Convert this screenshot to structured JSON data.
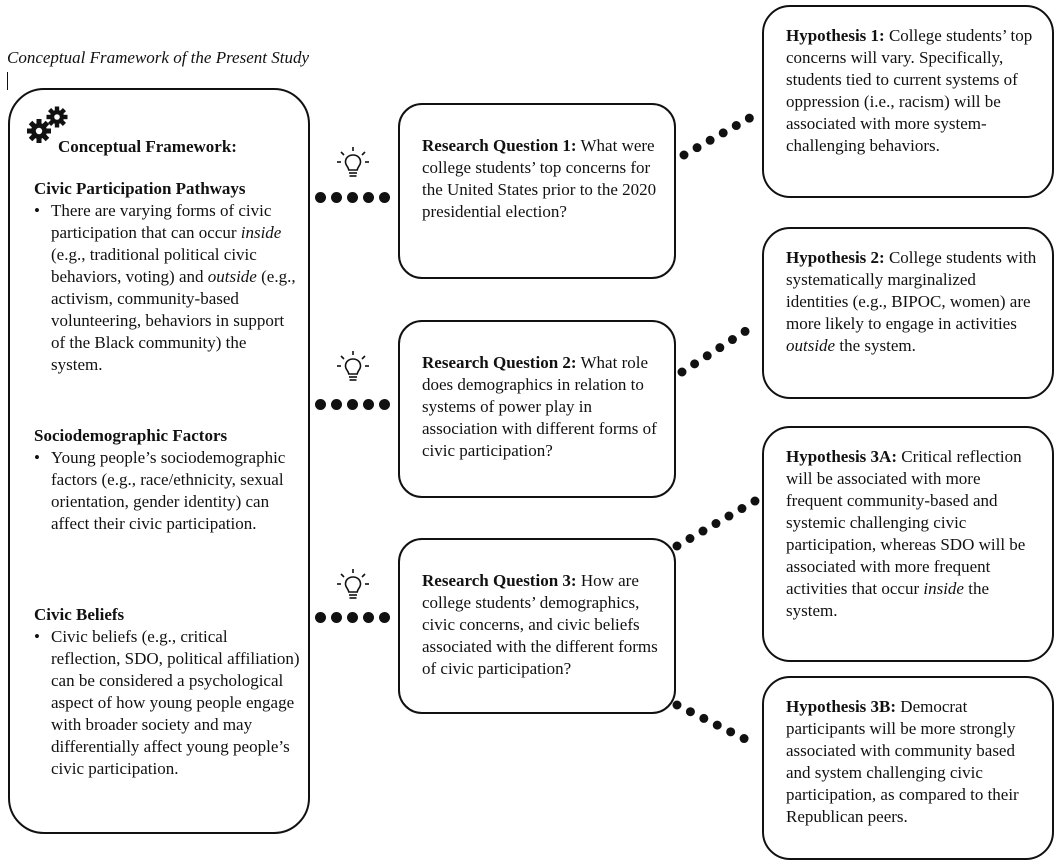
{
  "figure_title": "Conceptual Framework of the Present Study",
  "framework": {
    "heading": "Conceptual Framework:",
    "sections": [
      {
        "title": "Civic Participation Pathways",
        "bullet_parts": [
          "There are varying forms of civic participation that can occur ",
          "inside",
          " (e.g., traditional political civic behaviors, voting) and ",
          "outside",
          " (e.g., activism, community-based volunteering, behaviors in support of the Black community) the system."
        ]
      },
      {
        "title": "Sociodemographic Factors",
        "bullet_parts": [
          "Young people’s sociodemographic factors (e.g., race/ethnicity, sexual orientation, gender identity) can affect their civic participation."
        ]
      },
      {
        "title": "Civic Beliefs",
        "bullet_parts": [
          "Civic beliefs (e.g., critical reflection, SDO, political affiliation) can be considered a psychological aspect of how young people engage with broader society and may differentially affect young people’s civic participation."
        ]
      }
    ]
  },
  "research_questions": [
    {
      "label": "Research Question 1:",
      "text": " What were college students’ top concerns for the United States prior to the 2020 presidential election?"
    },
    {
      "label": "Research Question 2:",
      "text": " What role does demographics in relation to systems of power play in association with different forms of civic participation?"
    },
    {
      "label": "Research Question 3:",
      "text": " How are college students’ demographics, civic concerns, and civic beliefs associated with the different forms of civic participation?"
    }
  ],
  "hypotheses": [
    {
      "label": "Hypothesis 1:",
      "parts": [
        " College students’ top concerns will vary. Specifically, students tied to current systems of oppression (i.e., racism) will be associated with more system-challenging behaviors."
      ]
    },
    {
      "label": "Hypothesis 2:",
      "parts": [
        " College students with systematically marginalized identities (e.g., BIPOC, women) are more likely to engage in activities ",
        "outside",
        " the system."
      ]
    },
    {
      "label": "Hypothesis 3A:",
      "parts": [
        " Critical reflection will be associated with more frequent community-based and systemic challenging civic participation, whereas SDO will be associated with more frequent activities that occur ",
        "inside",
        " the system."
      ]
    },
    {
      "label": "Hypothesis 3B:",
      "parts": [
        " Democrat participants will be more strongly associated with community based and system challenging civic participation, as compared to their Republican peers."
      ]
    }
  ],
  "icons": {
    "gears": "gears-icon",
    "bulb": "lightbulb-icon"
  },
  "colors": {
    "line": "#111111",
    "background": "#ffffff"
  }
}
